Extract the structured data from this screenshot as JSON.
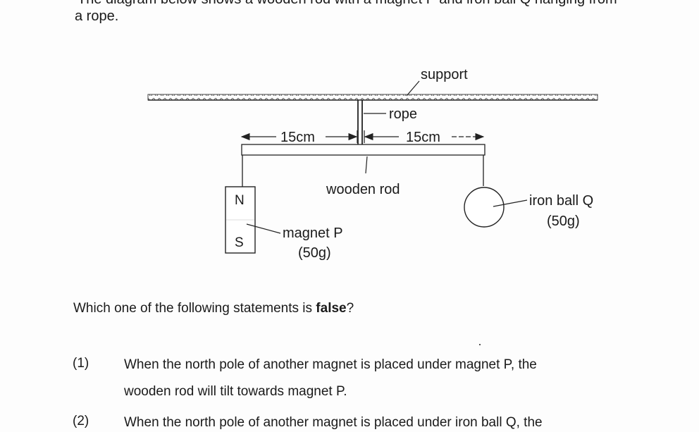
{
  "document": {
    "intro_line_top": "The diagram below shows a wooden rod with a magnet P and iron ball Q hanging from",
    "intro_line_tail": "a rope."
  },
  "diagram": {
    "label_support": "support",
    "label_rope": "rope",
    "label_left_distance": "15cm",
    "label_right_distance": "15cm",
    "label_wooden_rod": "wooden rod",
    "label_north_pole": "N",
    "label_south_pole": "S",
    "label_magnet_name": "magnet P",
    "label_magnet_mass": "(50g)",
    "label_ball_name": "iron ball Q",
    "label_ball_mass": "(50g)"
  },
  "question": {
    "prefix": "Which one of the following statements is ",
    "emphasis": "false",
    "suffix": "?"
  },
  "options": [
    {
      "number": "(1)",
      "line1": "When the north pole of another magnet is placed under magnet P, the",
      "line2": "wooden rod will tilt towards magnet P."
    },
    {
      "number": "(2)",
      "line1": "When the north pole of another magnet is placed under iron ball Q, the"
    }
  ]
}
